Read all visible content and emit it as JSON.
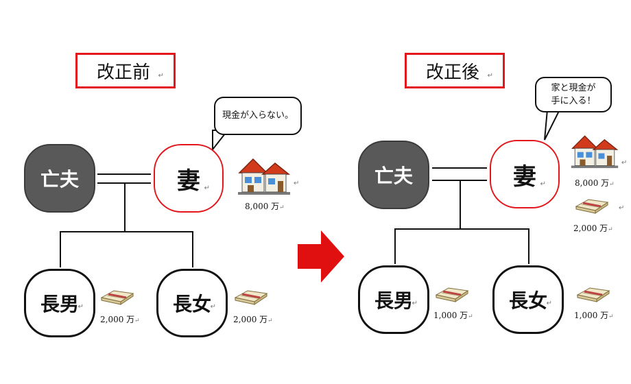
{
  "before": {
    "title": "改正前",
    "bubble": "現金が入らない。",
    "husband": "亡夫",
    "wife": "妻",
    "son": "長男",
    "daughter": "長女",
    "wife_amount": "8,000 万",
    "son_amount": "2,000 万",
    "daughter_amount": "2,000 万"
  },
  "after": {
    "title": "改正後",
    "bubble_line1": "家と現金が",
    "bubble_line2": "手に入る！",
    "husband": "亡夫",
    "wife": "妻",
    "son": "長男",
    "daughter": "長女",
    "wife_house_amount": "8,000 万",
    "wife_cash_amount": "2,000 万",
    "son_amount": "1,000 万",
    "daughter_amount": "1,000 万"
  },
  "icons": [
    "house-icon",
    "money-bundle-icon",
    "arrow-right-icon"
  ],
  "colors": {
    "accent_red": "#e3161b",
    "deceased_gray": "#595959",
    "arrow_red": "#e01010"
  }
}
